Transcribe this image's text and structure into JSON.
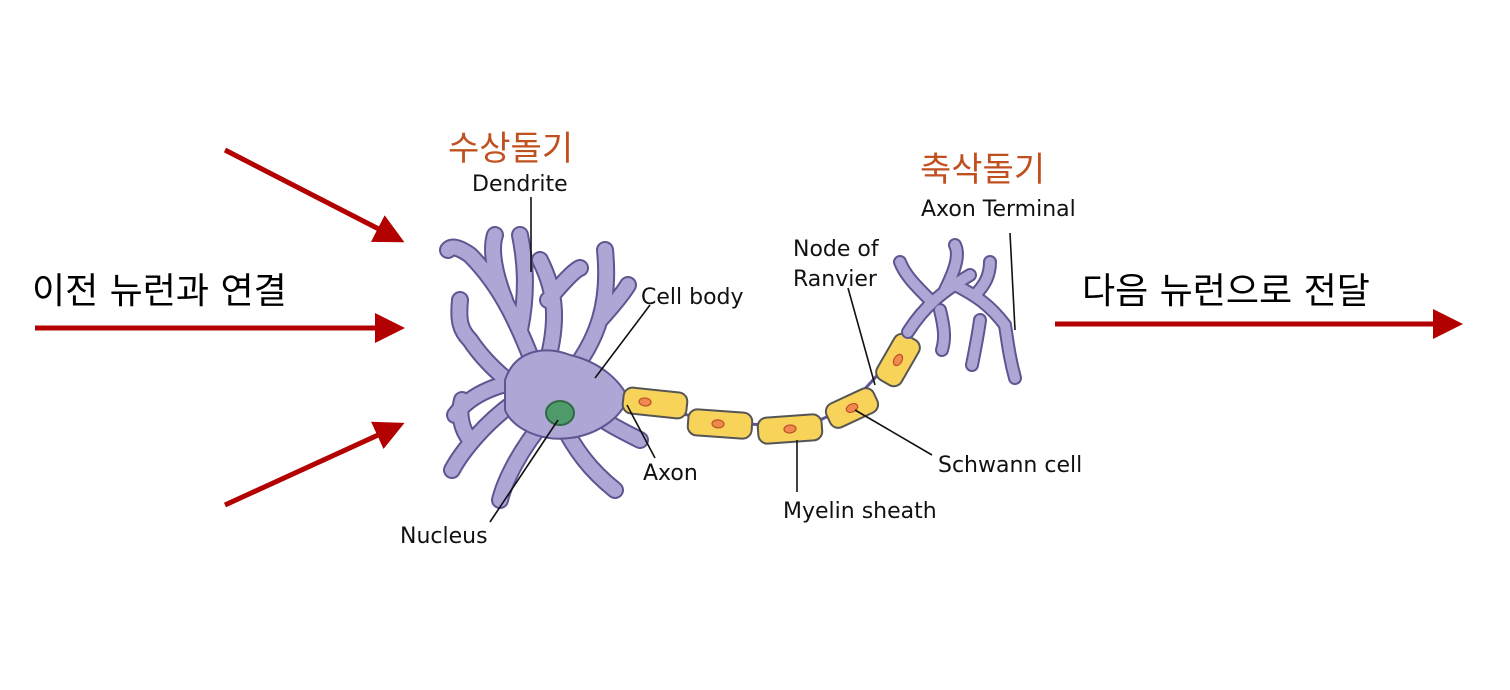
{
  "diagram": {
    "left_caption": "이전 뉴런과 연결",
    "right_caption": "다음 뉴런으로 전달",
    "dendrite_korean": "수상돌기",
    "axon_terminal_korean": "축삭돌기",
    "labels": {
      "dendrite": "Dendrite",
      "cell_body": "Cell body",
      "nucleus": "Nucleus",
      "axon": "Axon",
      "node_of_ranvier_line1": "Node of",
      "node_of_ranvier_line2": "Ranvier",
      "axon_terminal": "Axon Terminal",
      "schwann_cell": "Schwann cell",
      "myelin_sheath": "Myelin sheath"
    },
    "colors": {
      "arrow": "#b30000",
      "korean_label": "#c0501f",
      "cell_body": "#aea6d4",
      "nucleus": "#4f9a6b",
      "myelin": "#f7d35a",
      "schwann_nucleus": "#ef8a4c"
    }
  }
}
